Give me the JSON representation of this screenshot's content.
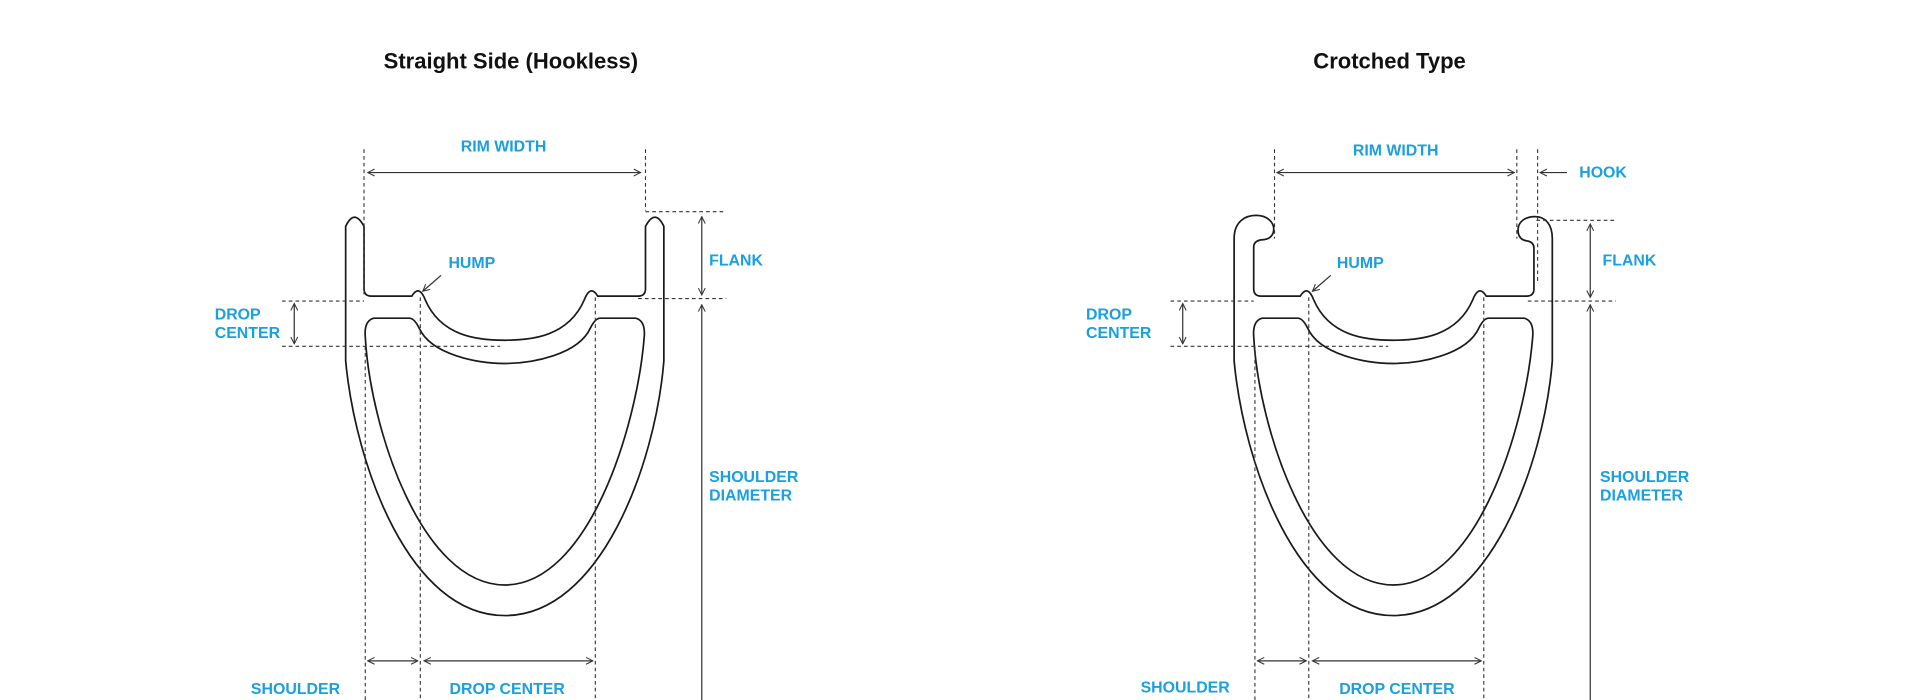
{
  "diagrams": [
    {
      "title": "Straight Side (Hookless)",
      "labels": {
        "rim_width": "RIM WIDTH",
        "hump": "HUMP",
        "flank": "FLANK",
        "drop_center_1": "DROP",
        "drop_center_2": "CENTER",
        "shoulder_diameter_1": "SHOULDER",
        "shoulder_diameter_2": "DIAMETER",
        "shoulder": "SHOULDER",
        "drop_center_bottom": "DROP CENTER"
      }
    },
    {
      "title": "Crotched Type",
      "labels": {
        "rim_width": "RIM WIDTH",
        "hook": "HOOK",
        "hump": "HUMP",
        "flank": "FLANK",
        "drop_center_1": "DROP",
        "drop_center_2": "CENTER",
        "shoulder_diameter_1": "SHOULDER",
        "shoulder_diameter_2": "DIAMETER",
        "shoulder": "SHOULDER",
        "drop_center_bottom": "DROP CENTER"
      }
    }
  ],
  "colors": {
    "label": "#1a9fe0",
    "line": "#1a1a1a"
  }
}
